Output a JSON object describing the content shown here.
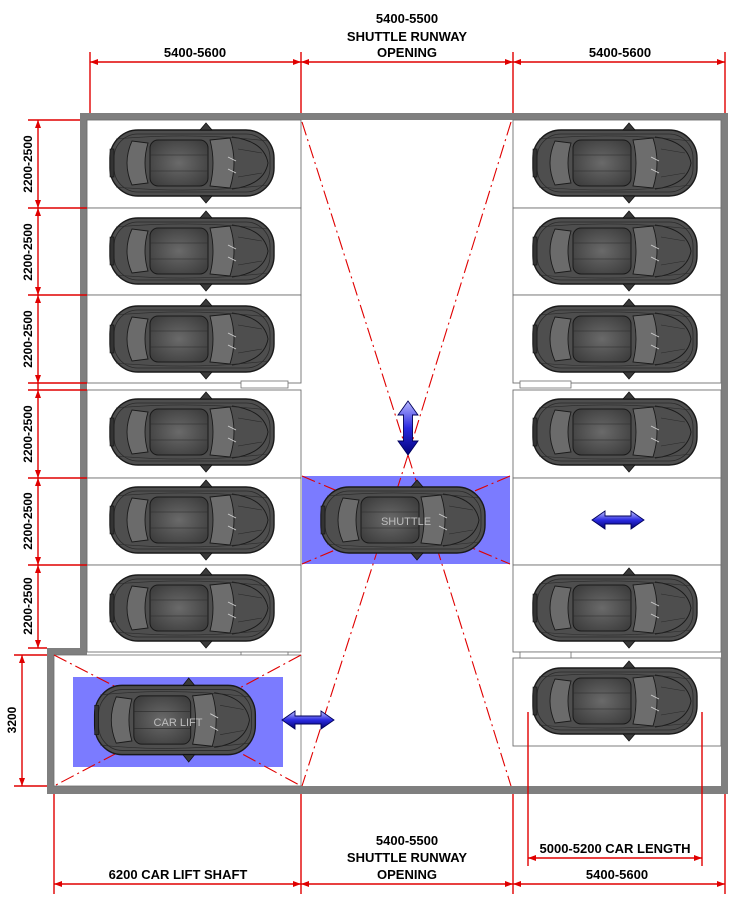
{
  "diagram": {
    "top_dimensions": {
      "left": "5400-5600",
      "center_lines": [
        "5400-5500",
        "SHUTTLE RUNWAY",
        "OPENING"
      ],
      "right": "5400-5600"
    },
    "left_dimensions": [
      "2200-2500",
      "2200-2500",
      "2200-2500",
      "2200-2500",
      "2200-2500",
      "2200-2500"
    ],
    "lift_height": "3200",
    "bottom_dimensions": {
      "left": "6200 CAR LIFT SHAFT",
      "center_lines": [
        "5400-5500",
        "SHUTTLE RUNWAY",
        "OPENING"
      ],
      "right": "5400-5600",
      "car_length": "5000-5200 CAR LENGTH"
    },
    "shuttle_label": "SHUTTLE",
    "car_lift_label": "CAR LIFT",
    "colors": {
      "dimension_red": "#e00000",
      "wall_gray": "#7f7f7f",
      "platform_blue": "#7b7bff",
      "car_dark": "#555555",
      "arrow_blue": "#2a2ae0"
    }
  }
}
